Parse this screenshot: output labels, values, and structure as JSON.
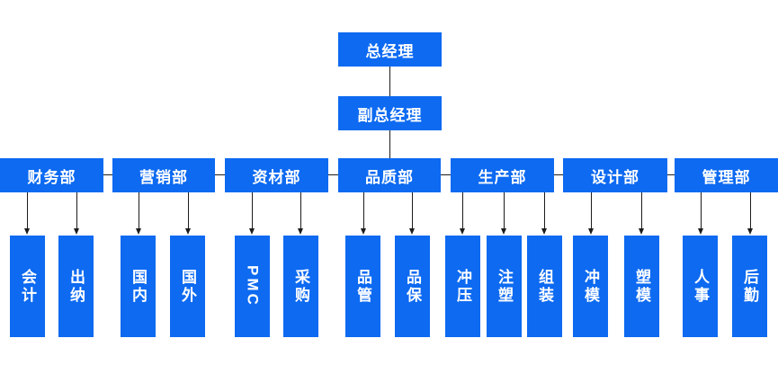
{
  "chart": {
    "type": "org-chart",
    "root": {
      "label": "总经理"
    },
    "deputy": {
      "label": "副总经理"
    },
    "departments": [
      {
        "label": "财务部",
        "children": [
          {
            "label": "会计"
          },
          {
            "label": "出纳"
          }
        ]
      },
      {
        "label": "营销部",
        "children": [
          {
            "label": "国内"
          },
          {
            "label": "国外"
          }
        ]
      },
      {
        "label": "资材部",
        "children": [
          {
            "label": "PMC"
          },
          {
            "label": "采购"
          }
        ]
      },
      {
        "label": "品质部",
        "children": [
          {
            "label": "品管"
          },
          {
            "label": "品保"
          }
        ]
      },
      {
        "label": "生产部",
        "children": [
          {
            "label": "冲压"
          },
          {
            "label": "注塑"
          },
          {
            "label": "组装"
          }
        ]
      },
      {
        "label": "设计部",
        "children": [
          {
            "label": "冲模"
          },
          {
            "label": "塑模"
          }
        ]
      },
      {
        "label": "管理部",
        "children": [
          {
            "label": "人事"
          },
          {
            "label": "后勤"
          }
        ]
      }
    ],
    "colors": {
      "box_fill": "#0d6af1",
      "box_text": "#ffffff",
      "line": "#1c1c1c",
      "background": "#ffffff"
    }
  }
}
